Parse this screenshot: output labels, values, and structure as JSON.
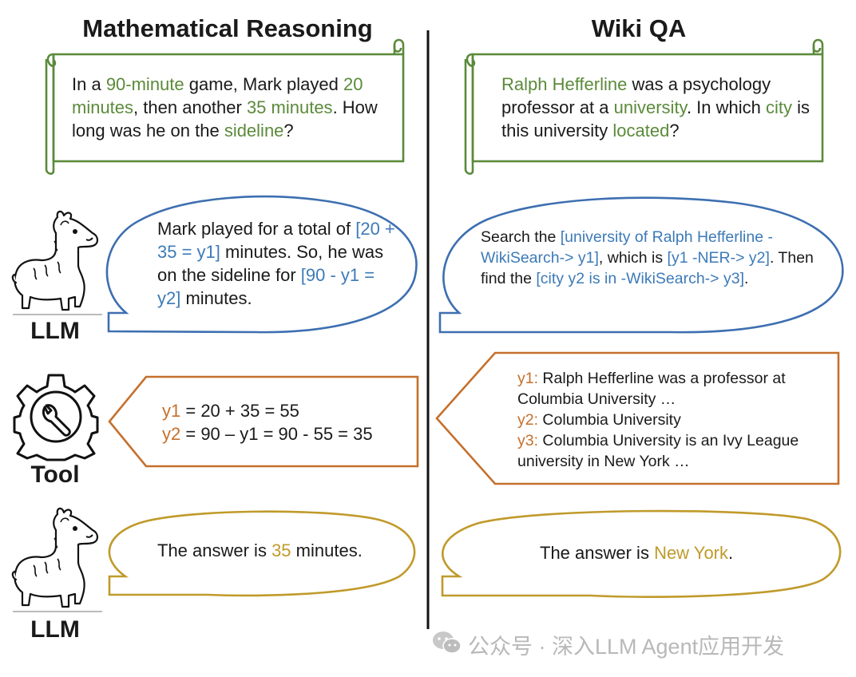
{
  "headings": {
    "left": "Mathematical Reasoning",
    "right": "Wiki QA"
  },
  "labels": {
    "llm_top": "LLM",
    "tool": "Tool",
    "llm_bottom": "LLM"
  },
  "math": {
    "question": {
      "p1": "In a ",
      "h1": "90-minute",
      "p2": " game, Mark played ",
      "h2": "20 minutes",
      "p3": ", then another ",
      "h3": "35 minutes",
      "p4": ". How long was he on the ",
      "h4": "sideline",
      "p5": "?"
    },
    "llm_plan": {
      "p1": "Mark played for a total of ",
      "c1": "[20 + 35 = y1]",
      "p2": " minutes. So, he was on the sideline for ",
      "c2": "[90 - y1 = y2]",
      "p3": " minutes."
    },
    "tool_output": {
      "v1": "y1",
      "e1": " = 20 + 35 = 55",
      "v2": "y2",
      "e2": " = 90 – y1 = 90 - 55 = 35"
    },
    "answer": {
      "p1": "The answer is ",
      "h1": "35",
      "p2": " minutes."
    }
  },
  "wiki": {
    "question": {
      "h1": "Ralph Hefferline",
      "p1": " was a psychology professor at a ",
      "h2": "university",
      "p2": ". In which ",
      "h3": "city",
      "p3": " is this university ",
      "h4": "located",
      "p4": "?"
    },
    "llm_plan": {
      "p1": "Search the ",
      "c1": "[university of Ralph Hefferline - WikiSearch-> y1]",
      "p2": ", which is ",
      "c2": "[y1 -NER-> y2]",
      "p3": ". Then find the ",
      "c3": "[city y2 is in -WikiSearch-> y3]",
      "p4": "."
    },
    "tool_output": {
      "v1": "y1:",
      "t1": " Ralph Hefferline was a professor at Columbia University …",
      "v2": "y2:",
      "t2": " Columbia University",
      "v3": "y3:",
      "t3": " Columbia University is an Ivy League university in New York …"
    },
    "answer": {
      "p1": "The answer is ",
      "h1": "New York",
      "p2": "."
    }
  },
  "watermark": "公众号 · 深入LLM Agent应用开发",
  "icons": {
    "llm": "alpaca-icon",
    "tool": "gear-wrench-icon",
    "watermark": "wechat-icon"
  },
  "colors": {
    "green": "#5b8a3a",
    "blue": "#3d7ab8",
    "orange": "#c5702c",
    "gold": "#c09a2a"
  }
}
